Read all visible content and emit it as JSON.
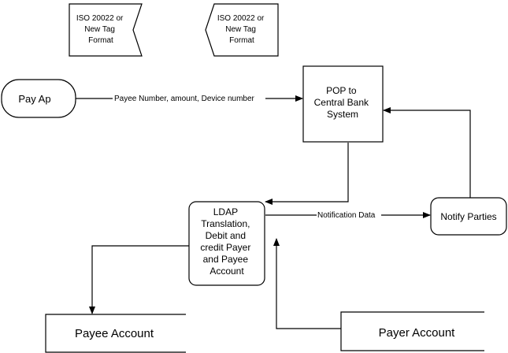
{
  "nodes": {
    "iso_out": {
      "lines": [
        "ISO 20022 or",
        "New Tag",
        "Format"
      ]
    },
    "iso_in": {
      "lines": [
        "ISO 20022 or",
        "New Tag",
        "Format"
      ]
    },
    "pay_app": {
      "lines": [
        "Pay Ap"
      ]
    },
    "pop_central": {
      "lines": [
        "POP to",
        "Central Bank",
        "System"
      ]
    },
    "ldap": {
      "lines": [
        "LDAP",
        "Translation,",
        "Debit and",
        "credit Payer",
        "and Payee",
        "Account"
      ]
    },
    "notify": {
      "lines": [
        "Notify Parties"
      ]
    },
    "payee_account": {
      "lines": [
        "Payee Account"
      ]
    },
    "payer_account": {
      "lines": [
        "Payer Account"
      ]
    }
  },
  "edges": {
    "payapp_to_pop": {
      "label": "Payee Number, amount, Device number"
    },
    "ldap_to_notify": {
      "label": "Notification Data"
    }
  }
}
